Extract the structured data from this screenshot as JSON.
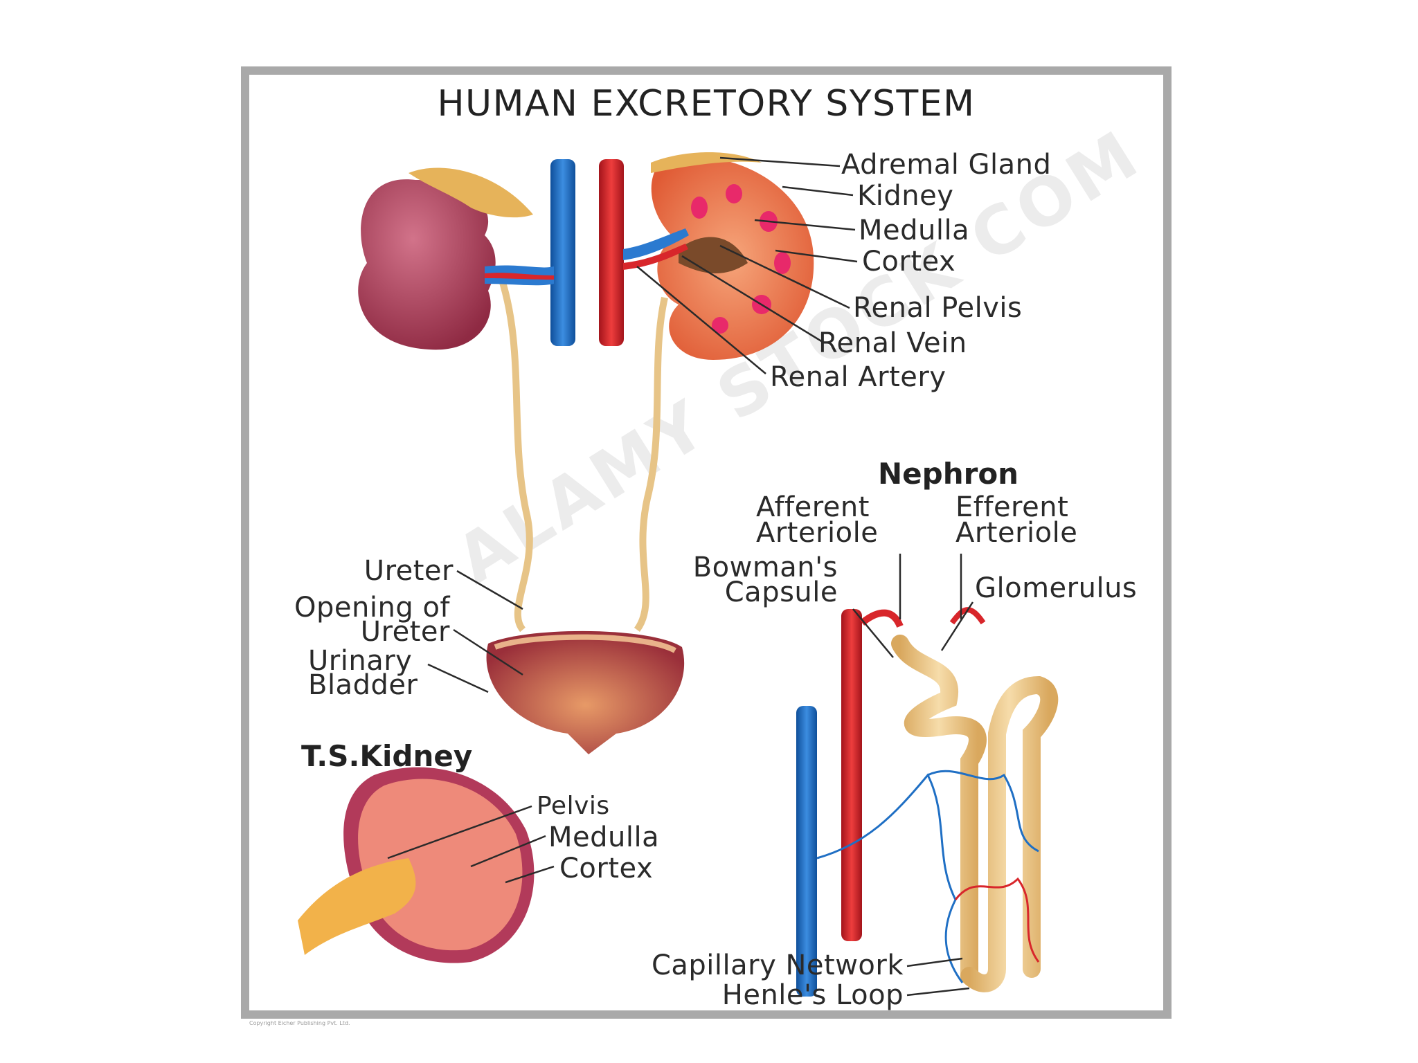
{
  "title": "HUMAN EXCRETORY SYSTEM",
  "kidney_labels": {
    "adrenal_gland": "Adremal Gland",
    "kidney": "Kidney",
    "medulla": "Medulla",
    "cortex": "Cortex",
    "renal_pelvis": "Renal Pelvis",
    "renal_vein": "Renal Vein",
    "renal_artery": "Renal Artery"
  },
  "bladder_labels": {
    "ureter": "Ureter",
    "opening_of_ureter_line1": "Opening of",
    "opening_of_ureter_line2": "Ureter",
    "urinary_bladder_line1": "Urinary",
    "urinary_bladder_line2": "Bladder"
  },
  "ts_kidney": {
    "heading": "T.S.Kidney",
    "pelvis": "Pelvis",
    "medulla": "Medulla",
    "cortex": "Cortex"
  },
  "nephron": {
    "heading": "Nephron",
    "afferent_line1": "Afferent",
    "afferent_line2": "Arteriole",
    "efferent_line1": "Efferent",
    "efferent_line2": "Arteriole",
    "bowmans_line1": "Bowman's",
    "bowmans_line2": "Capsule",
    "glomerulus": "Glomerulus",
    "capillary_network": "Capillary Network",
    "henles_loop": "Henle's Loop"
  },
  "watermark": "ALAMY STOCK COM",
  "copyright": "Copyright Eicher Publishing Pvt. Ltd.",
  "colors": {
    "vein": "#1f6fc4",
    "artery": "#d8262b",
    "kidney_outer": "#b5435c",
    "kidney_cortex": "#f07a4a",
    "ureter": "#e7c487",
    "frame": "#a9a9a9"
  }
}
